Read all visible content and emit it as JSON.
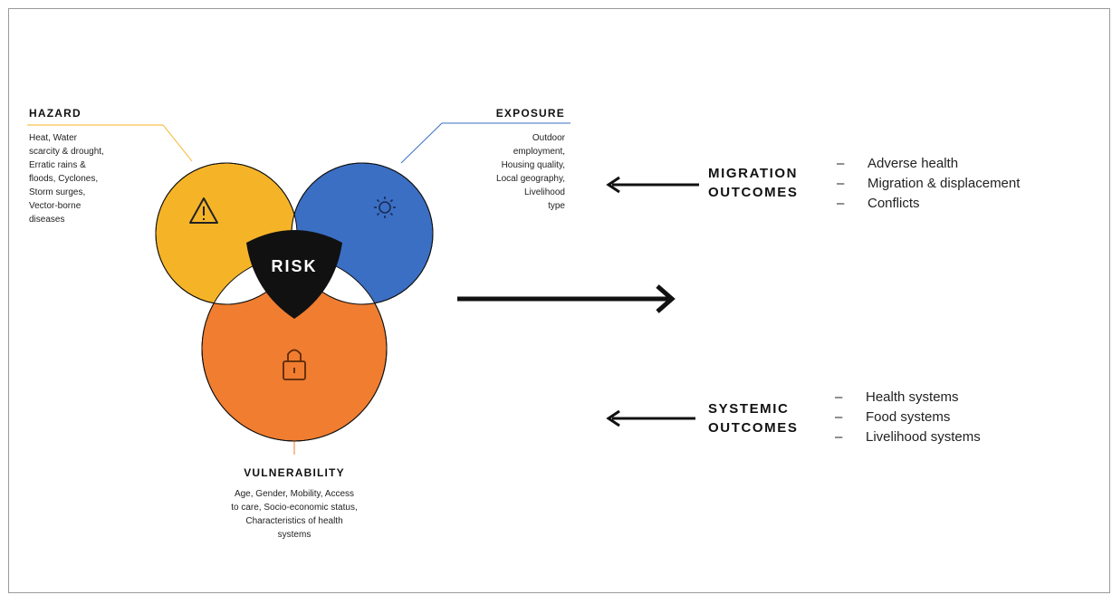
{
  "center": {
    "label": "RISK"
  },
  "hazard": {
    "heading": "HAZARD",
    "color": "#f5b428",
    "icon": "warning-icon",
    "lines": [
      "Heat, Water",
      "scarcity & drought,",
      "Erratic rains &",
      "floods, Cyclones,",
      "Storm surges,",
      "Vector-borne",
      "diseases"
    ]
  },
  "exposure": {
    "heading": "EXPOSURE",
    "color": "#3b6fc4",
    "icon": "sun-icon",
    "lines": [
      "Outdoor",
      "employment,",
      "Housing quality,",
      "Local geography,",
      "Livelihood",
      "type"
    ]
  },
  "vulnerability": {
    "heading": "VULNERABILITY",
    "color": "#f07d30",
    "icon": "padlock-icon",
    "lines": [
      "Age, Gender, Mobility, Access",
      "to care, Socio-economic status,",
      "Characteristics of health",
      "systems"
    ]
  },
  "migration": {
    "title": [
      "MIGRATION",
      "OUTCOMES"
    ],
    "items": [
      "Adverse health",
      "Migration & displacement",
      "Conflicts"
    ]
  },
  "systemic": {
    "title": [
      "SYSTEMIC",
      "OUTCOMES"
    ],
    "items": [
      "Health systems",
      "Food systems",
      "Livelihood systems"
    ]
  }
}
